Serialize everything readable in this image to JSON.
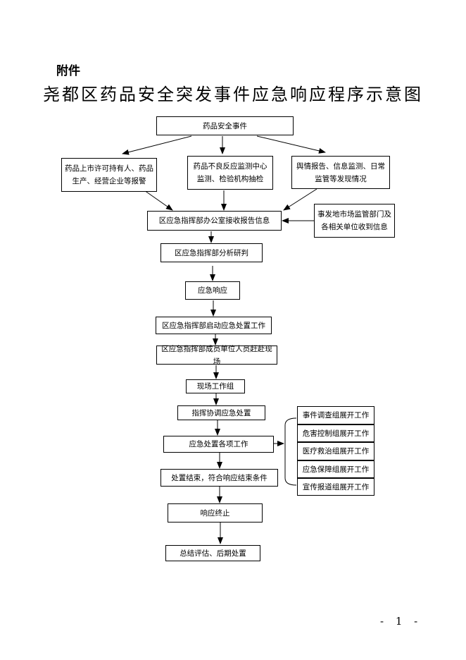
{
  "attachment_label": "附件",
  "title": "尧都区药品安全突发事件应急响应程序示意图",
  "nodes": {
    "event": "药品安全事件",
    "source_enterprise": "药品上市许可持有人、药品生产、经营企业等报警",
    "source_monitoring": "药品不良反应监测中心监测、检验机构抽检",
    "source_public": "舆情报告、信息监测、日常监管等发现情况",
    "source_market": "事发地市场监管部门及各相关单位收到信息",
    "receive_report": "区应急指挥部办公室接收报告信息",
    "analyze": "区应急指挥部分析研判",
    "respond": "应急响应",
    "start_disposal": "区应急指挥部启动应急处置工作",
    "members_to_scene": "区应急指挥部成员单位人员赶赴现场",
    "onsite_group": "现场工作组",
    "coordinate": "指挥协调应急处置",
    "disposal_work": "应急处置各项工作",
    "disposal_end": "处置结束，符合响应结束条件",
    "response_end": "响应终止",
    "summary": "总结评估、后期处置"
  },
  "groups": [
    "事件调查组展开工作",
    "危害控制组展开工作",
    "医疗救治组展开工作",
    "应急保障组展开工作",
    "宣传报道组展开工作"
  ],
  "page_number": "- 1 -"
}
